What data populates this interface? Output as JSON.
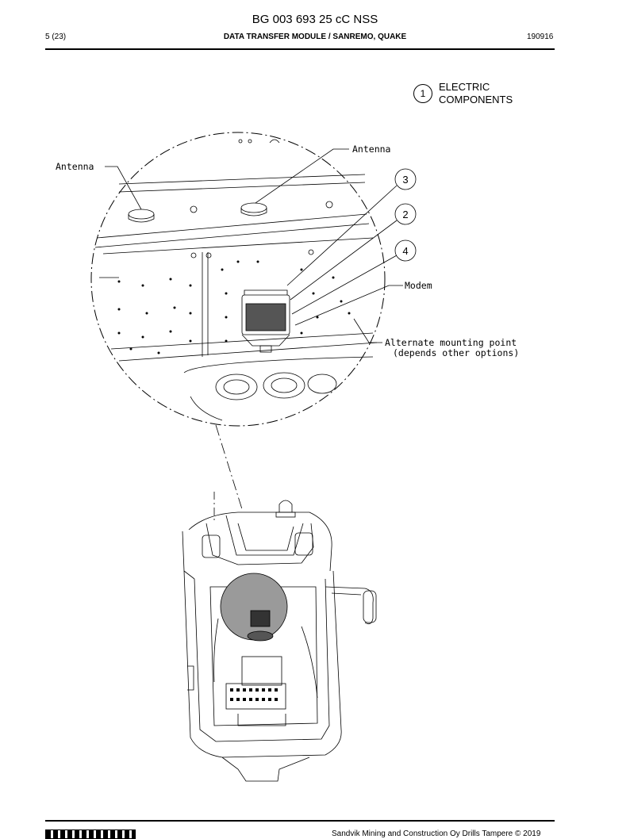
{
  "header": {
    "doc_number": "BG 003 693 25 cC NSS",
    "page_ref": "5 (23)",
    "title": "DATA TRANSFER MODULE / SANREMO, QUAKE",
    "date": "190916"
  },
  "legend": {
    "number": "1",
    "line1": "ELECTRIC",
    "line2": "COMPONENTS"
  },
  "callouts": {
    "item3": "3",
    "item2": "2",
    "item4": "4"
  },
  "labels": {
    "antenna_left": "Antenna",
    "antenna_right": "Antenna",
    "modem": "Modem",
    "alt_mount_line1": "Alternate mounting point",
    "alt_mount_line2": "(depends other options)"
  },
  "footer": {
    "copyright": "Sandvik Mining and Construction Oy Drills Tampere © 2019"
  }
}
